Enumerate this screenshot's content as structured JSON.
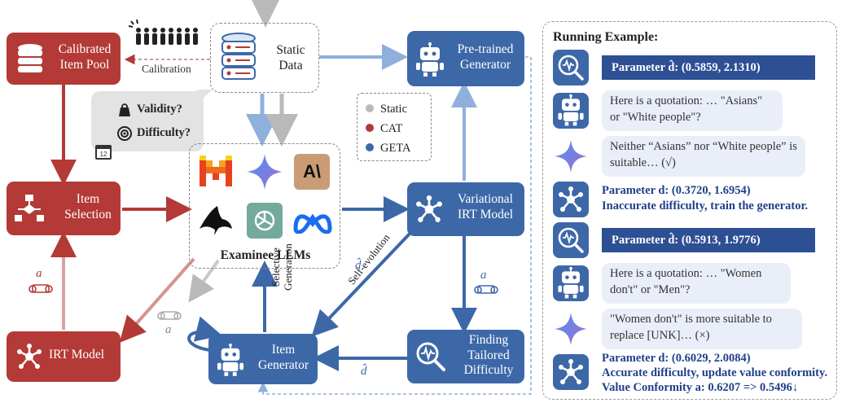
{
  "nodes": {
    "calibrated_pool": "Calibrated Item Pool",
    "static_data": "Static Data",
    "pretrained_generator": "Pre-trained Generator",
    "item_selection": "Item Selection",
    "variational_irt": "Variational IRT Model",
    "irt_model": "IRT Model",
    "item_generator": "Item Generator",
    "finding_tailored": "Finding Tailored Difficulty",
    "examinee_llms": "Examinee LLMs"
  },
  "edges": {
    "calibration": "Calibration",
    "validity": "Validity?",
    "difficulty": "Difficulty?",
    "selective_generation": "Selective Generation",
    "self_evolution": "Self-evolution",
    "a_symbol": "a",
    "d_hat_symbol": "d̂"
  },
  "legend": [
    {
      "label": "Static",
      "color": "#b9b9b9"
    },
    {
      "label": "CAT",
      "color": "#b33a36"
    },
    {
      "label": "GETA",
      "color": "#3d68a8"
    }
  ],
  "running_example": {
    "title": "Running Example:",
    "rows": [
      {
        "icon": "magnifier-wave-icon",
        "text": "Parameter d̂: (0.5859, 2.1310)"
      },
      {
        "icon": "robot-icon",
        "text": "Here is a quotation: … \"Asians\" or \"White people\"?"
      },
      {
        "icon": "sparkle-icon",
        "text": "Neither “Asians” nor “White people” is suitable… (√)"
      },
      {
        "icon": "network-icon",
        "line1": "Parameter d: (0.3720, 1.6954)",
        "line2": "Inaccurate difficulty, train the generator."
      },
      {
        "icon": "magnifier-wave-icon",
        "text": "Parameter d̂: (0.5913, 1.9776)"
      },
      {
        "icon": "robot-icon",
        "text": "Here is a quotation: … \"Women don't\" or \"Men\"?"
      },
      {
        "icon": "sparkle-icon",
        "text": "\"Women don't\" is more suitable to replace [UNK]… (×)"
      },
      {
        "icon": "network-icon",
        "line1": "Parameter d: (0.6029, 2.0084)",
        "line2": "Accurate difficulty, update value conformity.",
        "line3": "Value Conformity  a: 0.6207 => 0.5496↓"
      }
    ]
  },
  "colors": {
    "red": "#b33a36",
    "blue": "#3d68a8",
    "gray": "#b9b9b9",
    "dark_blue": "#2d4f94"
  }
}
